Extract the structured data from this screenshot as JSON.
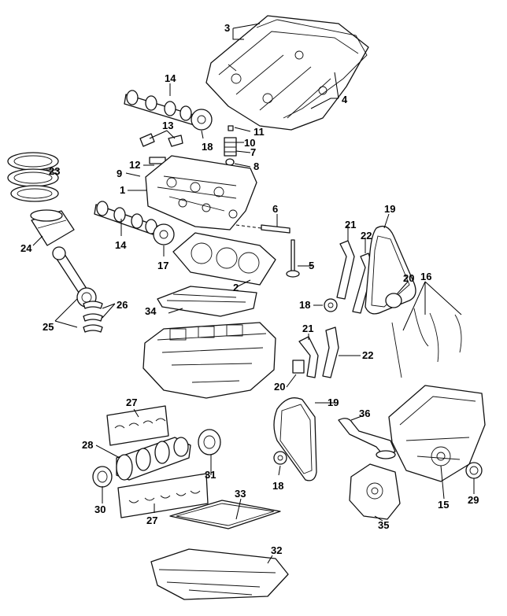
{
  "diagram": {
    "callouts": {
      "c1": "1",
      "c2": "2",
      "c3": "3",
      "c4": "4",
      "c5": "5",
      "c6": "6",
      "c7": "7",
      "c8": "8",
      "c9": "9",
      "c10": "10",
      "c11": "11",
      "c12": "12",
      "c13": "13",
      "c14a": "14",
      "c14b": "14",
      "c15": "15",
      "c16": "16",
      "c17": "17",
      "c18a": "18",
      "c18b": "18",
      "c18c": "18",
      "c19a": "19",
      "c19b": "19",
      "c20a": "20",
      "c20b": "20",
      "c21a": "21",
      "c21b": "21",
      "c22a": "22",
      "c22b": "22",
      "c23": "23",
      "c24": "24",
      "c25": "25",
      "c26": "26",
      "c27a": "27",
      "c27b": "27",
      "c28": "28",
      "c29": "29",
      "c30": "30",
      "c31": "31",
      "c32": "32",
      "c33": "33",
      "c34": "34",
      "c35": "35",
      "c36": "36"
    }
  }
}
